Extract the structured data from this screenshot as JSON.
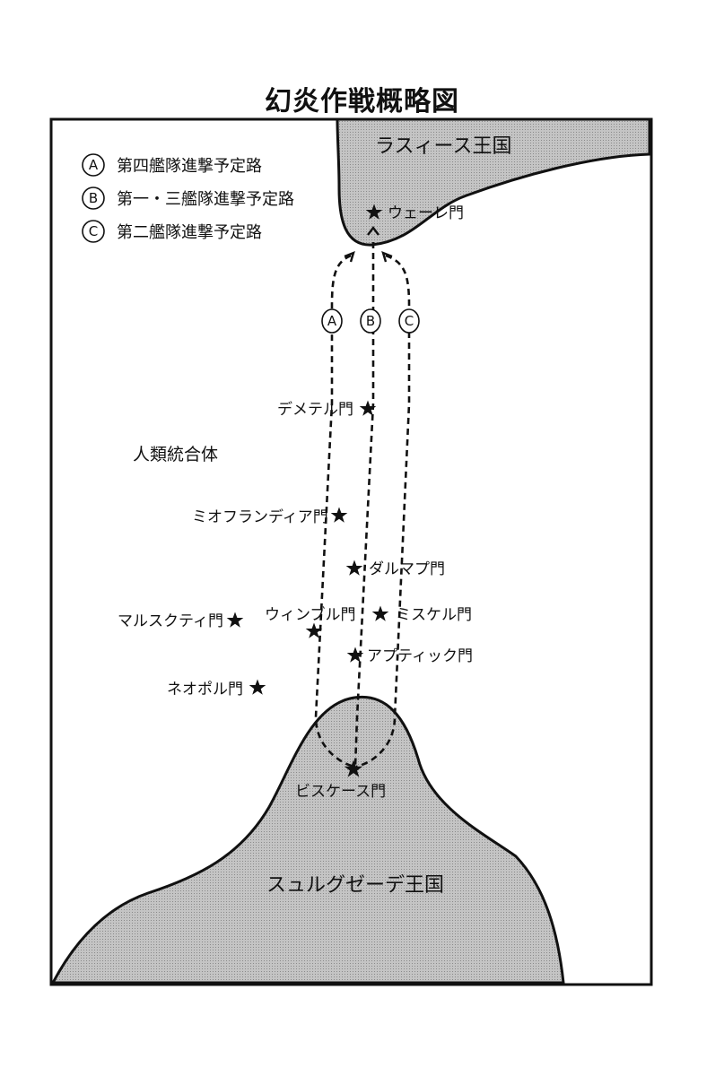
{
  "title": "幻炎作戦概略図",
  "legend": [
    {
      "letter": "A",
      "text": "第四艦隊進撃予定路"
    },
    {
      "letter": "B",
      "text": "第一・三艦隊進撃予定路"
    },
    {
      "letter": "C",
      "text": "第二艦隊進撃予定路"
    }
  ],
  "route_labels": [
    "A",
    "B",
    "C"
  ],
  "regions": {
    "north": "ラスィース王国",
    "south": "スュルグゼーデ王国",
    "bloc": "人類統合体"
  },
  "gates": {
    "weire": "ウェーレ門",
    "demeter": "デメテル門",
    "miofrandia": "ミオフランディア門",
    "darmap": "ダルマプ門",
    "winbul": "ウィンブル門",
    "miskel": "ミスケル門",
    "marsukuti": "マルスクティ門",
    "aptic": "アプティック門",
    "neopol": "ネオポル門",
    "biskes": "ビスケース門"
  },
  "colors": {
    "territory": "#b8b8b8",
    "line": "#111111"
  },
  "icons": {
    "gate": "star-icon",
    "legend": "circled-letter-icon"
  }
}
